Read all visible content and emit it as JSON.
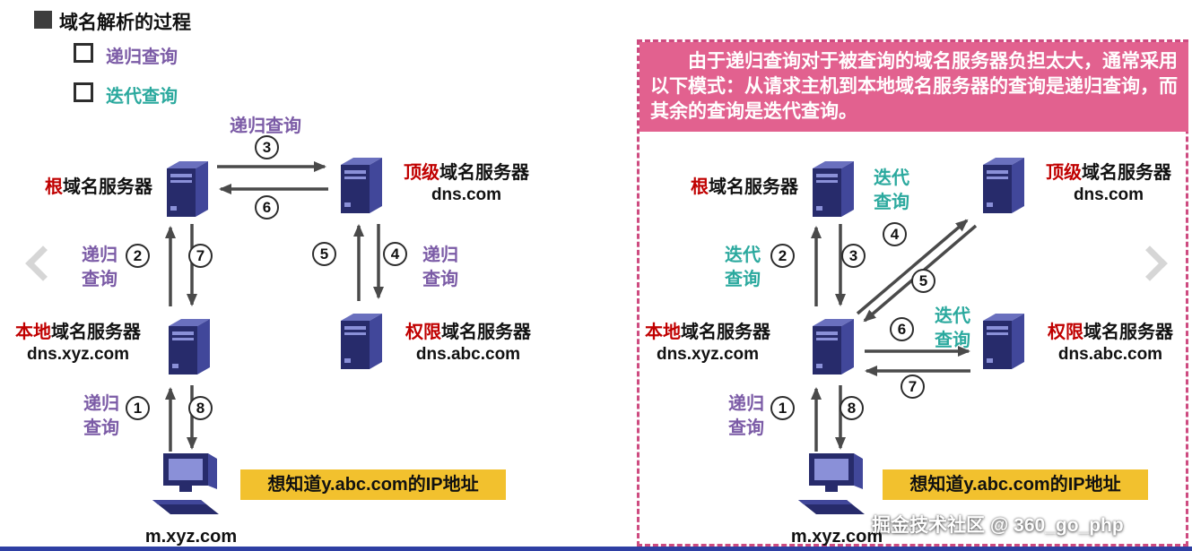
{
  "page": {
    "title": "域名解析的过程",
    "watermark": "掘金技术社区 @ 360_go_php"
  },
  "legend": {
    "recursive": "递归查询",
    "iterative": "迭代查询"
  },
  "note_box": {
    "text": "由于递归查询对于被查询的域名服务器负担太大，通常采用以下模式：从请求主机到本地域名服务器的查询是递归查询，而其余的查询是迭代查询。"
  },
  "nodes": {
    "root": {
      "prefix": "根",
      "name": "域名服务器"
    },
    "tld": {
      "prefix": "顶级",
      "name": "域名服务器",
      "domain": "dns.com"
    },
    "local": {
      "prefix": "本地",
      "name": "域名服务器",
      "domain": "dns.xyz.com"
    },
    "auth": {
      "prefix": "权限",
      "name": "域名服务器",
      "domain": "dns.abc.com"
    },
    "host": {
      "name": "m.xyz.com"
    }
  },
  "left_diagram": {
    "steps": [
      "1",
      "2",
      "3",
      "4",
      "5",
      "6",
      "7",
      "8"
    ],
    "labels": {
      "top": "递归查询",
      "left_mid": "递归\n查询",
      "right_mid": "递归\n查询",
      "bottom_left": "递归\n查询"
    },
    "query_box": "想知道y.abc.com的IP地址"
  },
  "right_diagram": {
    "steps": [
      "1",
      "2",
      "3",
      "4",
      "5",
      "6",
      "7",
      "8"
    ],
    "labels": {
      "root_side": "迭代\n查询",
      "left_mid": "迭代\n查询",
      "mid": "迭代\n查询",
      "bottom_left": "递归\n查询"
    },
    "query_box": "想知道y.abc.com的IP地址"
  },
  "icons": {
    "server": "server-tower-icon",
    "host": "desktop-computer-icon",
    "prev": "chevron-left",
    "next": "chevron-right"
  },
  "colors": {
    "recursive_purple": "#7B5BA6",
    "iterative_teal": "#2BA99E",
    "label_red": "#C00000",
    "yellow_box": "#F2C12E",
    "note_pink": "#E2618F",
    "note_border_pink": "#CE4B80",
    "navy": "#272B6B",
    "arrow_gray": "#4a4a4a",
    "bottom_bar_blue": "#2E3FA3"
  }
}
